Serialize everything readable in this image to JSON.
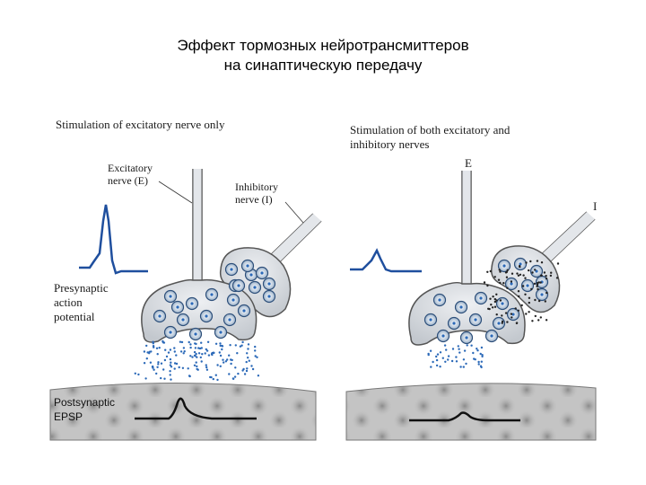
{
  "title": {
    "line1": "Эффект тормозных нейротрансмиттеров",
    "line2": "на синаптическую передачу"
  },
  "left_panel": {
    "heading": "Stimulation of excitatory nerve only",
    "excitatory_label_1": "Excitatory",
    "excitatory_label_2": "nerve (E)",
    "inhibitory_label_1": "Inhibitory",
    "inhibitory_label_2": "nerve (I)",
    "presynaptic_1": "Presynaptic",
    "presynaptic_2": "action",
    "presynaptic_3": "potential",
    "postsynaptic_1": "Postsynaptic",
    "postsynaptic_2": "EPSP"
  },
  "right_panel": {
    "heading_1": "Stimulation of both excitatory and",
    "heading_2": "inhibitory nerves",
    "label_e": "E",
    "label_i": "I"
  },
  "colors": {
    "trace": "#1f4f9e",
    "dots": "#2b69b8",
    "terminal_fill": "#d9dde2",
    "postsynaptic_fill": "#b3b3b3"
  }
}
